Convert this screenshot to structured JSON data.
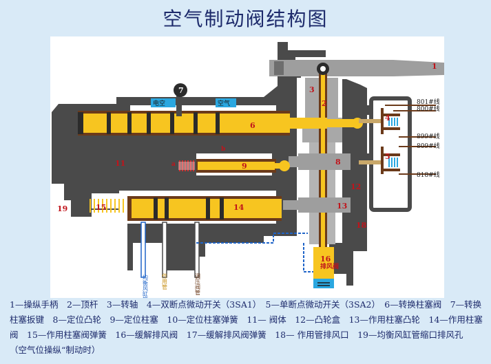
{
  "title": "空气制动阀结构图",
  "labels": {
    "n1": "1",
    "n2": "2",
    "n3": "3",
    "n4": "4",
    "n5": "5",
    "n6": "6",
    "n7": "7",
    "n8": "8",
    "n9": "9",
    "n11": "11",
    "n12": "12",
    "n13": "13",
    "n14": "14",
    "n15": "15",
    "n16": "16",
    "n18": "18",
    "n19": "19",
    "a": "a",
    "b": "b",
    "paifengfa": "排风阀",
    "dian_kong": "电空",
    "kong_qi": "空气",
    "wire_801": "801#线",
    "wire_800": "800#线",
    "wire_899": "899#线",
    "wire_809": "809#线",
    "wire_818": "818#线",
    "pipe_junheng": "均衡风缸管",
    "pipe_zuoyong": "作用管",
    "pipe_tiaoya": "调压阀管"
  },
  "colors": {
    "body": "#4a4a4a",
    "yellow": "#f7c520",
    "brown": "#6b3a1a",
    "red_label": "#c0141b",
    "steel": "#9e9e9e",
    "pipe_blue": "#1f64c8"
  },
  "caption": {
    "line1": "1—操纵手柄　2—顶杆　3—转轴　4—双断点微动开关（3SA1）　5—单断点微动开关（3SA2）　6—转换柱塞阀　7—转换柱塞扳键　8—定位凸轮　9—定位柱塞　10—定位柱塞弹簧　11— 阀体　12—凸轮盒　13—作用柱塞凸轮　14—作用柱塞阀　15—作用柱塞阀弹簧　16—缓解排风阀　17—缓解排风阀弹簧　18— 作用管排风口　19—均衡风缸管缩口排风孔",
    "line2": "（空气位操纵“制动时）"
  }
}
